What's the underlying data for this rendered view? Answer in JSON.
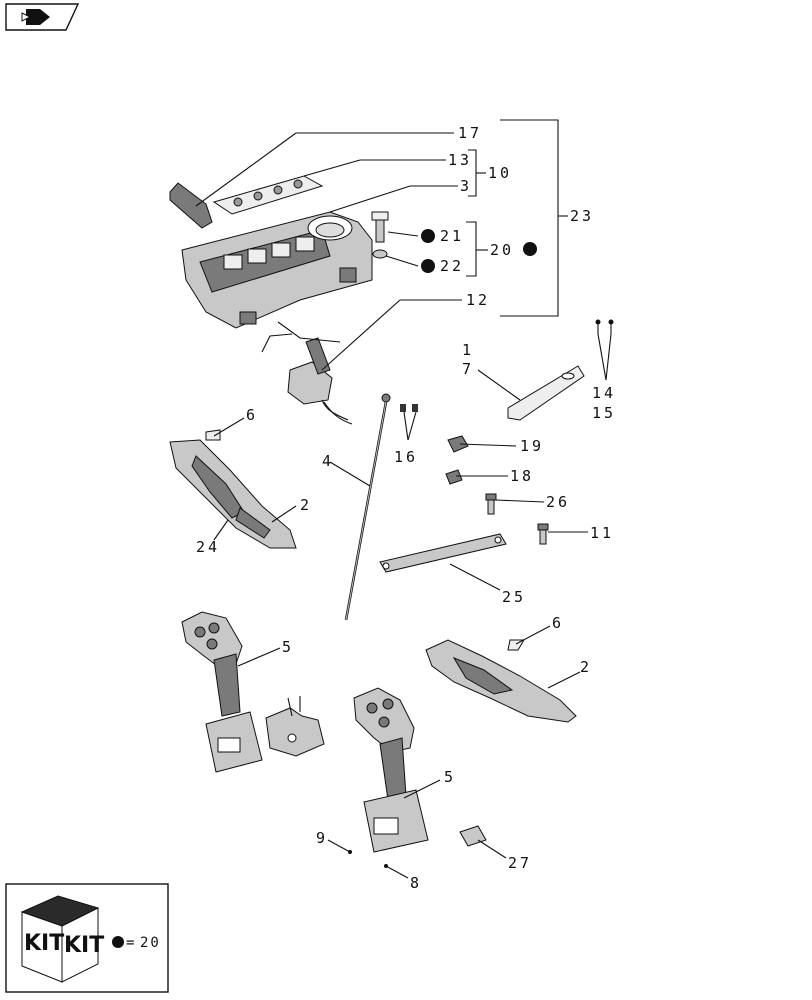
{
  "labels": {
    "l17": "17",
    "l13": "13",
    "l10": "10",
    "l3": "3",
    "l23": "23",
    "l21": "21",
    "l22": "22",
    "l20": "20",
    "l12": "12",
    "l1": "1",
    "l7": "7",
    "l14": "14",
    "l15": "15",
    "l6a": "6",
    "l2a": "2",
    "l24": "24",
    "l16": "16",
    "l4": "4",
    "l19": "19",
    "l18": "18",
    "l26": "26",
    "l11": "11",
    "l25": "25",
    "l5a": "5",
    "l6b": "6",
    "l2b": "2",
    "l5b": "5",
    "l9": "9",
    "l8": "8",
    "l27": "27"
  },
  "kit_legend": {
    "kit_word_1": "KIT",
    "kit_word_2": "KIT",
    "equals": "=",
    "value": "20"
  },
  "icons": {
    "back": "back-arrow-icon",
    "bullet": "filled-circle-icon"
  }
}
